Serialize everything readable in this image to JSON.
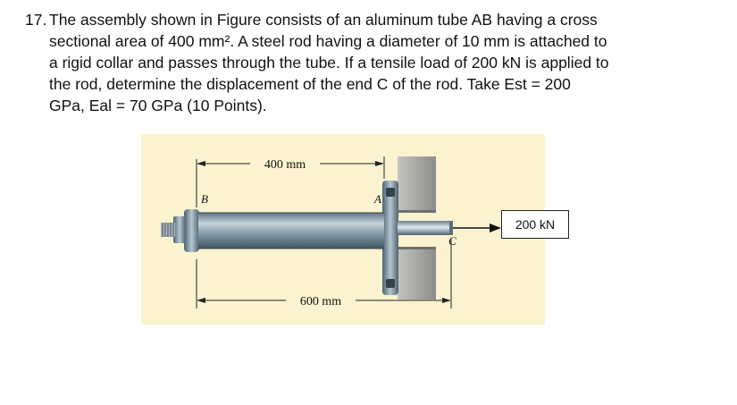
{
  "question": {
    "number": "17.",
    "lines": [
      "The assembly shown in Figure consists of an aluminum tube AB having a cross",
      "sectional area of 400 mm². A steel rod having a diameter of 10 mm is attached to",
      "a rigid collar and passes through the tube. If a tensile load of 200 kN is applied to",
      "the rod, determine the displacement of the end C of the rod. Take Est = 200",
      "GPa, Eal = 70 GPa (10 Points)."
    ]
  },
  "figure": {
    "dim_top": "400 mm",
    "dim_bottom": "600 mm",
    "label_b": "B",
    "label_a": "A",
    "label_c": "C",
    "load": "200 kN",
    "colors": {
      "background": "#fbf3cf",
      "steel": "#7d97a6",
      "wall": "#9a9a98"
    }
  }
}
